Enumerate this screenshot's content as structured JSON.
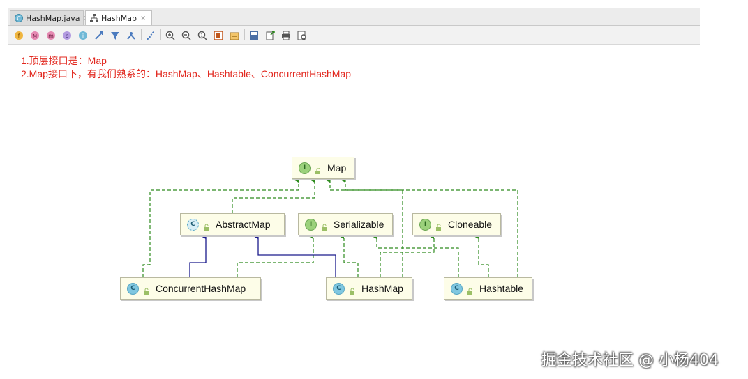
{
  "tabs": [
    {
      "label": "HashMap.java",
      "icon": "java-class-icon",
      "closable": true
    },
    {
      "label": "HashMap",
      "icon": "hierarchy-icon",
      "closable": true,
      "active": true
    }
  ],
  "toolbar": [
    "show-fields-icon",
    "show-properties-icon",
    "show-methods-icon",
    "show-packages-icon",
    "show-inner-classes-icon",
    "show-dependencies-icon",
    "filter-icon",
    "layout-icon",
    "zoom-in-icon",
    "zoom-out-icon",
    "actual-size-icon",
    "fit-content-icon",
    "export-icon",
    "save-icon",
    "open-icon",
    "print-icon",
    "preview-icon"
  ],
  "notes": {
    "line1": "1.顶层接口是：Map",
    "line2": "2.Map接口下，有我们熟系的：HashMap、Hashtable、ConcurrentHashMap"
  },
  "nodes": {
    "map": {
      "label": "Map",
      "kind": "I"
    },
    "abstractmap": {
      "label": "AbstractMap",
      "kind": "C"
    },
    "serializable": {
      "label": "Serializable",
      "kind": "I"
    },
    "cloneable": {
      "label": "Cloneable",
      "kind": "I"
    },
    "concurrenthashmap": {
      "label": "ConcurrentHashMap",
      "kind": "C"
    },
    "hashmap": {
      "label": "HashMap",
      "kind": "C"
    },
    "hashtable": {
      "label": "Hashtable",
      "kind": "C"
    }
  },
  "colors": {
    "note": "#e2281f",
    "implements": "#2e8b1e",
    "extends": "#1a1a8c"
  },
  "watermark": "掘金技术社区 @ 小杨404"
}
